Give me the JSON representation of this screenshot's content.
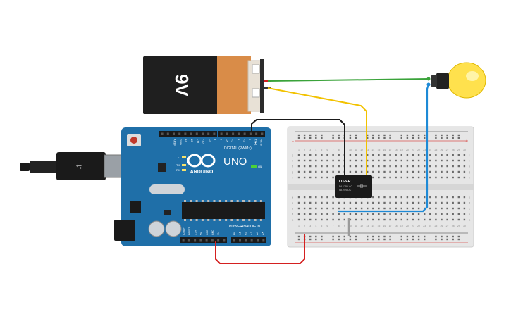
{
  "battery": {
    "label": "9V"
  },
  "arduino": {
    "brand": "ARDUINO",
    "model": "UNO",
    "on_label": "ON",
    "tx_label": "TX",
    "rx_label": "RX",
    "l_label": "L",
    "digital_label": "DIGITAL (PWM~)",
    "power_label": "POWER",
    "analog_label": "ANALOG IN",
    "aref_label": "AREF",
    "gnd_label": "GND",
    "digital_pins": [
      "13",
      "12",
      "~11",
      "~10",
      "~9",
      "8",
      "7",
      "~6",
      "~5",
      "4",
      "~3",
      "2",
      "TX▸1",
      "RX◂0"
    ],
    "power_pins": [
      "IOREF",
      "RESET",
      "3.3V",
      "5V",
      "GND",
      "GND",
      "Vin"
    ],
    "analog_pins": [
      "A0",
      "A1",
      "A2",
      "A3",
      "A4",
      "A5"
    ]
  },
  "relay": {
    "name": "LU-5-R",
    "line1": "5A 125V AC",
    "line2": "5A 24V DC"
  },
  "breadboard": {
    "col_numbers": [
      "1",
      "2",
      "3",
      "4",
      "5",
      "6",
      "7",
      "8",
      "9",
      "10",
      "11",
      "12",
      "13",
      "14",
      "15",
      "16",
      "17",
      "18",
      "19",
      "20",
      "21",
      "22",
      "23",
      "24",
      "25",
      "26",
      "27",
      "28",
      "29",
      "30"
    ],
    "rows_top": [
      "j",
      "i",
      "h",
      "g",
      "f"
    ],
    "rows_bottom": [
      "e",
      "d",
      "c",
      "b",
      "a"
    ]
  },
  "colors": {
    "wire_green": "#3aa33a",
    "wire_yellow": "#f2c200",
    "wire_black": "#1a1a1a",
    "wire_red": "#d42020",
    "wire_blue": "#1e8ad6",
    "board_blue": "#1f6fa8",
    "battery_copper": "#d98c48"
  }
}
